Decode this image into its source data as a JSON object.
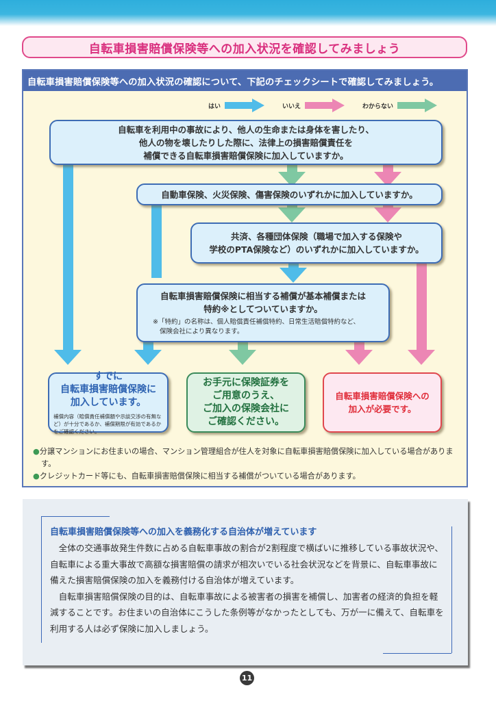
{
  "page": {
    "title": "自転車損害賠償保険等への加入状況を確認してみましょう",
    "page_number": "11"
  },
  "check_sheet": {
    "header": "自転車損害賠償保険等への加入状況の確認について、下記のチェックシートで確認してみましょう。",
    "legend": [
      {
        "label": "はい",
        "color": "#4fbce9",
        "icon": "arrow-right-icon"
      },
      {
        "label": "いいえ",
        "color": "#ec86b4",
        "icon": "arrow-right-icon"
      },
      {
        "label": "わからない",
        "color": "#7fc8a2",
        "icon": "arrow-right-icon"
      }
    ],
    "questions": [
      {
        "lines": [
          "自転車を利用中の事故により、他人の生命または身体を害したり、",
          "他人の物を壊したりした際に、法律上の損害賠償責任を",
          "補償できる自転車損害賠償保険に加入していますか。"
        ]
      },
      {
        "lines": [
          "自動車保険、火災保険、傷害保険のいずれかに加入していますか。"
        ]
      },
      {
        "lines": [
          "共済、各種団体保険（職場で加入する保険や",
          "学校のPTA保険など）のいずれかに加入していますか。"
        ]
      },
      {
        "lines": [
          "自転車損害賠償保険に相当する補償が基本補償または",
          "特約※としてついていますか。"
        ],
        "note": [
          "※「特約」の名称は、個人賠償責任補償特約、日常生活賠償特約など、",
          "保険会社により異なります。"
        ]
      }
    ],
    "results": {
      "yes": {
        "lines": [
          "すでに",
          "自転車損害賠償保険に",
          "加入しています。"
        ],
        "note": "補償内容（賠償責任補償額や示談交渉の有無など）が十分であるか、補償期限が有効であるかをご確認ください。"
      },
      "unknown": {
        "lines": [
          "お手元に保険証券を",
          "ご用意のうえ、",
          "ご加入の保険会社に",
          "ご確認ください。"
        ]
      },
      "no": {
        "lines": [
          "自転車損害賠償保険への",
          "加入が必要です。"
        ]
      }
    },
    "bullets": [
      "●分譲マンションにお住まいの場合、マンション管理組合が住人を対象に自転車損害賠償保険に加入している場合があります。",
      "●クレジットカード等にも、自転車損害賠償保険に相当する補償がついている場合があります。"
    ]
  },
  "info": {
    "title": "自転車損害賠償保険等への加入を義務化する自治体が増えています",
    "paragraphs": [
      "全体の交通事故発生件数に占める自転車事故の割合が2割程度で横ばいに推移している事故状況や、自転車による重大事故で高額な損害賠償の請求が相次いでいる社会状況などを背景に、自転車事故に備えた損害賠償保険の加入を義務付ける自治体が増えています。",
      "自転車損害賠償保険の目的は、自転車事故による被害者の損害を補償し、加害者の経済的負担を軽減することです。お住まいの自治体にこうした条例等がなかったとしても、万が一に備えて、自転車を利用する人は必ず保険に加入しましょう。"
    ]
  },
  "colors": {
    "yes": "#4fbce9",
    "no": "#ec86b4",
    "unknown": "#7fc8a2",
    "title_pink": "#d92f7e",
    "header_blue": "#4c6cb2",
    "panel_bg": "#fdf8dd"
  }
}
